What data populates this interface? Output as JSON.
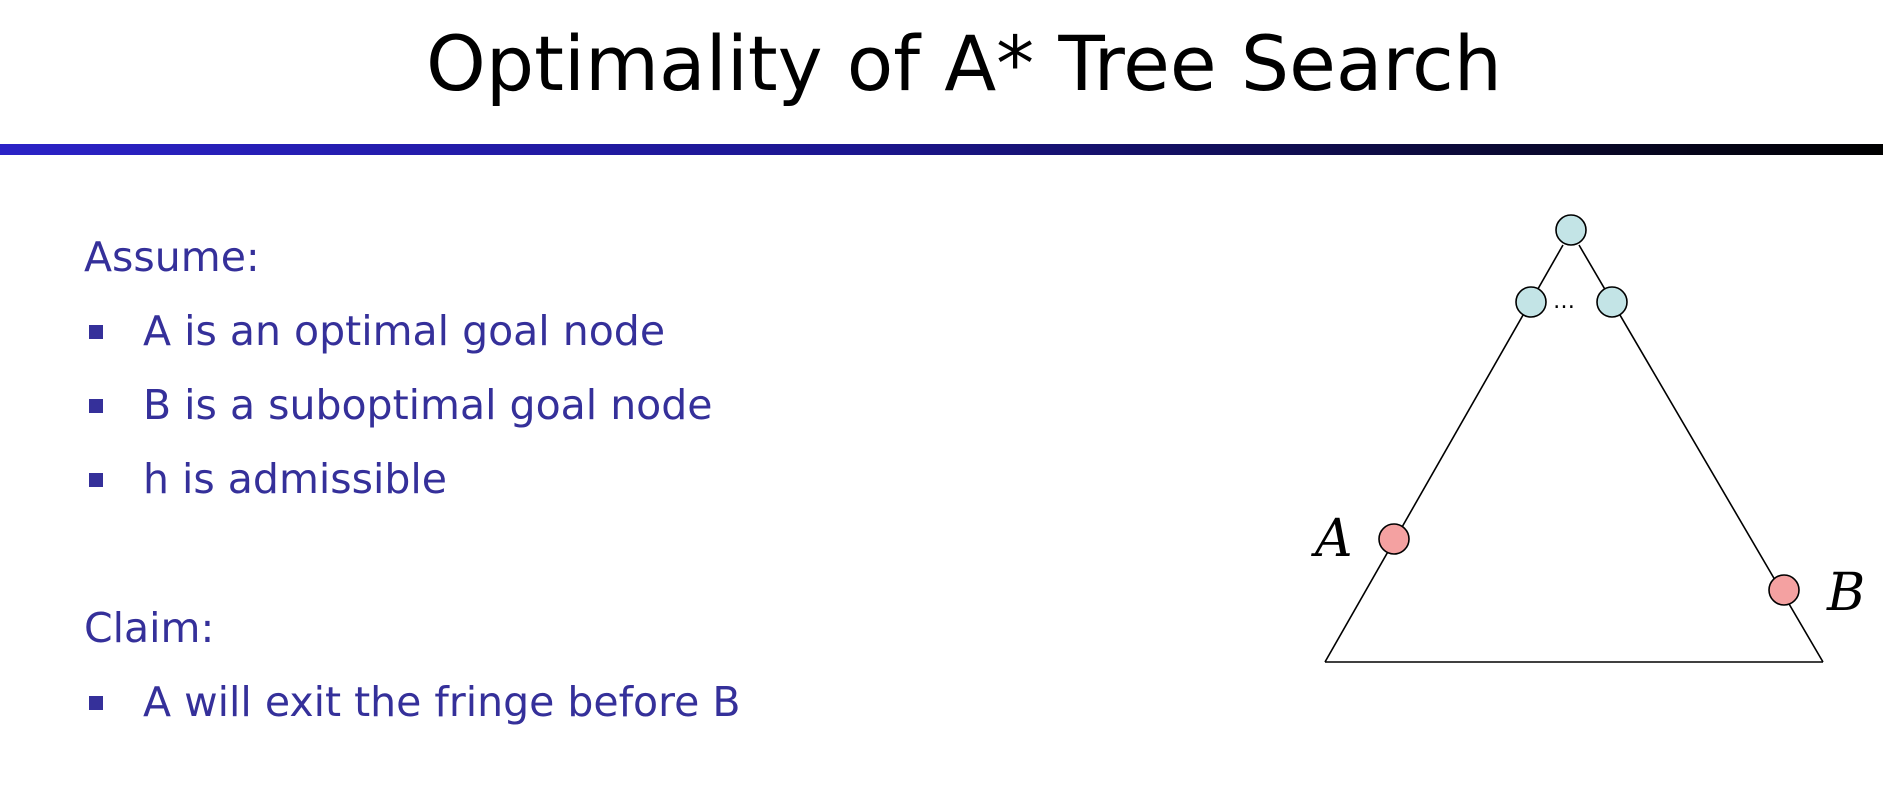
{
  "slide": {
    "title": "Optimality of A* Tree Search"
  },
  "assume": {
    "heading": "Assume:",
    "items": [
      "A is an optimal goal node",
      "B is a suboptimal goal node",
      "h is admissible"
    ]
  },
  "claim": {
    "heading": "Claim:",
    "items": [
      "A will exit the fringe before B"
    ]
  },
  "diagram": {
    "ellipsis": "…",
    "node_a_label": "A",
    "node_b_label": "B",
    "colors": {
      "inner_node": "#c3e4e6",
      "goal_node": "#f4a1a1",
      "bullet_text": "#35309a",
      "rule_start": "#2b22c6",
      "rule_end": "#000000"
    }
  }
}
